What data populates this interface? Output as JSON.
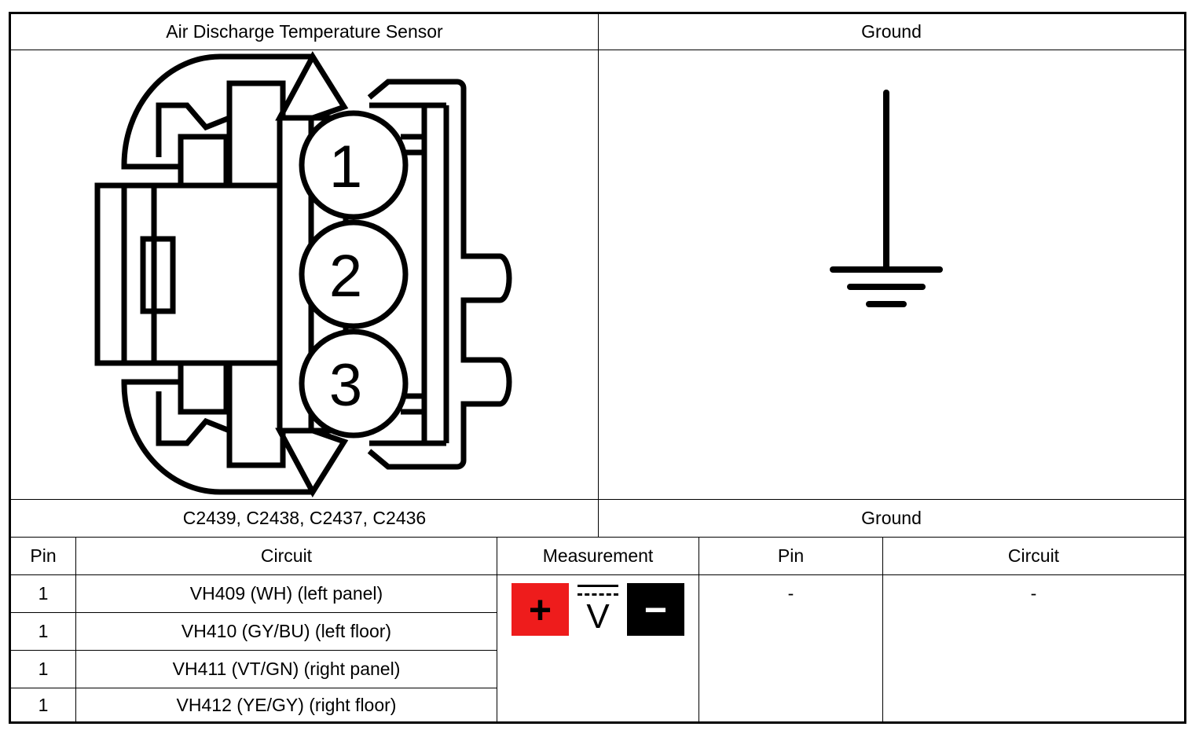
{
  "header": {
    "left_title": "Air Discharge Temperature Sensor",
    "right_title": "Ground"
  },
  "connector": {
    "pin_labels": [
      "1",
      "2",
      "3"
    ]
  },
  "subheader": {
    "left_connectors": "C2439, C2438, C2437, C2436",
    "right_title": "Ground"
  },
  "table": {
    "columns": {
      "pin": "Pin",
      "circuit": "Circuit",
      "measurement": "Measurement",
      "ground_pin": "Pin",
      "ground_circuit": "Circuit"
    },
    "rows": [
      {
        "pin": "1",
        "circuit": "VH409 (WH) (left panel)"
      },
      {
        "pin": "1",
        "circuit": "VH410 (GY/BU) (left floor)"
      },
      {
        "pin": "1",
        "circuit": "VH411 (VT/GN) (right panel)"
      },
      {
        "pin": "1",
        "circuit": "VH412 (YE/GY) (right floor)"
      }
    ],
    "ground_pin_value": "-",
    "ground_circuit_value": "-"
  },
  "measurement": {
    "positive_symbol": "+",
    "voltage_symbol": "V",
    "negative_symbol": "−",
    "positive_color": "#ee1c1c",
    "negative_color": "#000000"
  }
}
